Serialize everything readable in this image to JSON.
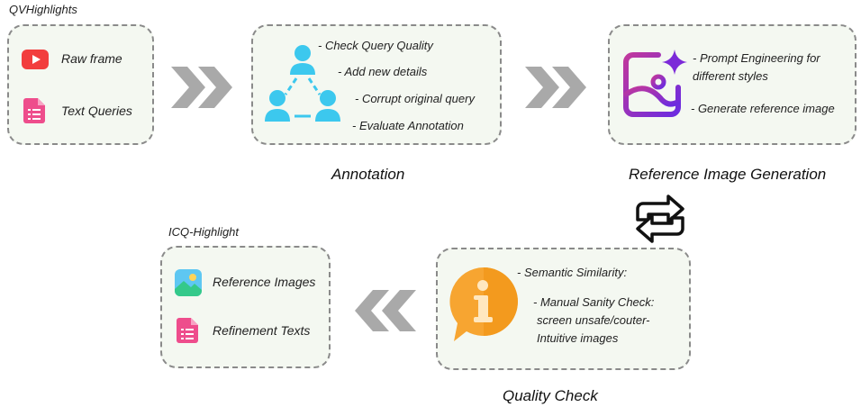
{
  "qv": {
    "title": "QVHighlights",
    "items": [
      {
        "label": "Raw frame",
        "icon": "video-play-icon"
      },
      {
        "label": "Text Queries",
        "icon": "document-icon"
      }
    ]
  },
  "annotation": {
    "caption": "Annotation",
    "steps": [
      "- Check Query Quality",
      "- Add new details",
      "- Corrupt original query",
      "- Evaluate Annotation"
    ]
  },
  "refgen": {
    "caption": "Reference Image Generation",
    "line1a": "- Prompt Engineering for",
    "line1b": "different styles",
    "line2": "- Generate reference image"
  },
  "quality": {
    "caption": "Quality Check",
    "line1": "- Semantic Similarity:",
    "line2": "- Manual Sanity Check:",
    "line3": "screen unsafe/couter-",
    "line4": "Intuitive images"
  },
  "icq": {
    "title": "ICQ-Highlight",
    "items": [
      {
        "label": "Reference Images",
        "icon": "image-icon"
      },
      {
        "label": "Refinement Texts",
        "icon": "document-icon"
      }
    ]
  },
  "colors": {
    "box_fill": "#f4f8f1",
    "arrow_gray": "#a9a9a9",
    "youtube_red": "#f23d3d",
    "doc_pink": "#ee4d8c",
    "people_cyan": "#3cc8ee",
    "gen_purple": "#8b2fd1",
    "info_orange": "#f7a531",
    "img_green": "#34c98a"
  }
}
